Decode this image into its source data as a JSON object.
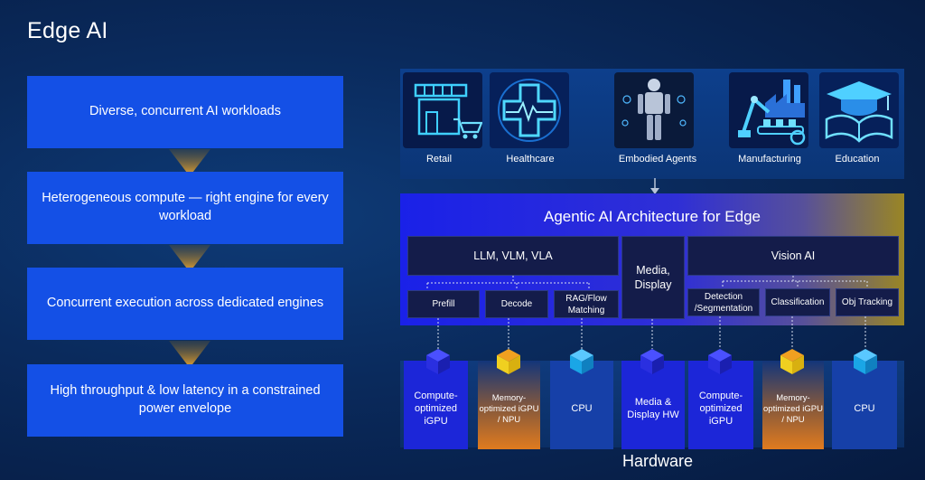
{
  "title": "Edge AI",
  "flow": [
    "Diverse, concurrent AI workloads",
    "Heterogeneous compute — right engine for every workload",
    "Concurrent execution across dedicated engines",
    "High throughput & low latency in a constrained power envelope"
  ],
  "use_cases": [
    "Retail",
    "Healthcare",
    "Embodied Agents",
    "Manufacturing",
    "Education"
  ],
  "architecture": {
    "title": "Agentic AI Architecture for Edge",
    "llm_group": "LLM, VLM, VLA",
    "media_display": "Media, Display",
    "vision_group": "Vision AI",
    "llm_stages": [
      "Prefill",
      "Decode",
      "RAG/Flow Matching"
    ],
    "vision_stages": [
      "Detection /Segmentation",
      "Classification",
      "Obj Tracking"
    ]
  },
  "hardware": {
    "title": "Hardware",
    "units": [
      "Compute-optimized iGPU",
      "Memory-optimized iGPU / NPU",
      "CPU",
      "Media & Display HW",
      "Compute-optimized iGPU",
      "Memory-optimized iGPU / NPU",
      "CPU"
    ]
  },
  "colors": {
    "flow_box": "#1450e6",
    "compute_cube": "#2a2fe0",
    "memory_cube": "#f0c21a",
    "cpu_cube": "#1aa6e6",
    "memory_column": "#e07b1f",
    "compute_column": "#1c26d8"
  },
  "icons": [
    "store-icon",
    "medical-cross-icon",
    "robot-icon",
    "factory-robot-arm-icon",
    "graduation-book-icon"
  ]
}
